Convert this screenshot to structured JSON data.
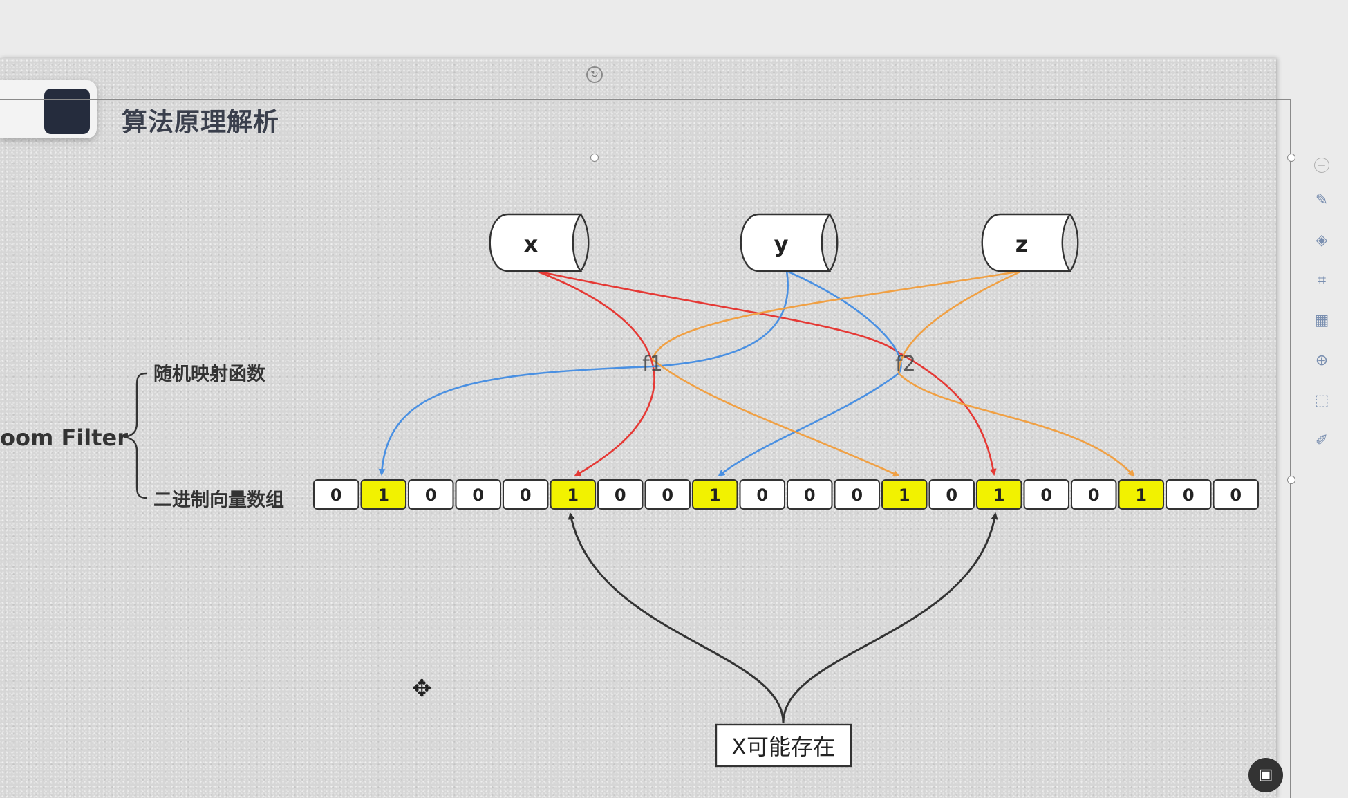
{
  "slide": {
    "title": "算法原理解析"
  },
  "diagram": {
    "inputs": [
      {
        "id": "x",
        "label": "x"
      },
      {
        "id": "y",
        "label": "y"
      },
      {
        "id": "z",
        "label": "z"
      }
    ],
    "hash_functions": [
      {
        "id": "f1",
        "label": "f1"
      },
      {
        "id": "f2",
        "label": "f2"
      }
    ],
    "bits": [
      "0",
      "1",
      "0",
      "0",
      "0",
      "1",
      "0",
      "0",
      "1",
      "0",
      "0",
      "0",
      "1",
      "0",
      "1",
      "0",
      "0",
      "1",
      "0",
      "0"
    ],
    "bracket_title": "oom Filter",
    "bracket_items": [
      "随机映射函数",
      "二进制向量数组"
    ],
    "result_label": "X可能存在",
    "colors": {
      "x": "#e53935",
      "y": "#4a90e2",
      "z": "#f0a044",
      "set_bit": "#f2f200",
      "query": "#333333"
    }
  },
  "toolbar": {
    "collapse_icon": "minus-icon",
    "tools": [
      "edit-icon",
      "layers-icon",
      "crop-icon",
      "grid-icon",
      "zoom-icon",
      "select-icon",
      "pen-icon"
    ]
  },
  "fab_icon": "image-icon"
}
